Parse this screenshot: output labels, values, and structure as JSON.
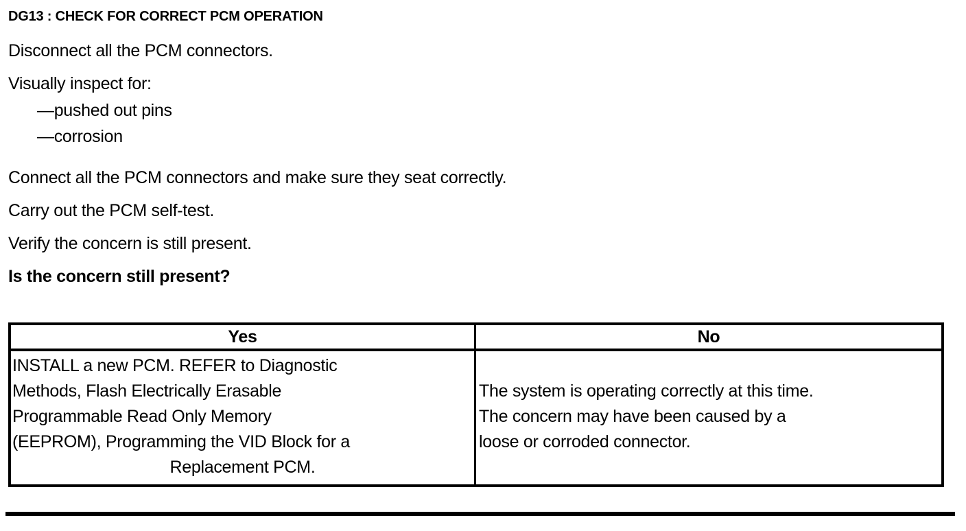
{
  "document": {
    "step_title": "DG13 : CHECK FOR CORRECT PCM OPERATION",
    "instructions": [
      {
        "text": "Disconnect all the PCM connectors.",
        "style": "normal"
      },
      {
        "text": "Visually inspect for:",
        "style": "normal"
      },
      {
        "text": "—pushed out pins",
        "style": "bullet"
      },
      {
        "text": "—corrosion",
        "style": "bullet"
      },
      {
        "text": "Connect all the PCM connectors and make sure they seat correctly.",
        "style": "normal"
      },
      {
        "text": "Carry out the PCM self-test.",
        "style": "normal"
      },
      {
        "text": "Verify the concern is still present.",
        "style": "normal"
      },
      {
        "text": "Is the concern still present?",
        "style": "bold"
      }
    ],
    "decision_table": {
      "headers": [
        "Yes",
        "No"
      ],
      "yes_cell_lines": [
        "INSTALL a new PCM. REFER to Diagnostic",
        "Methods, Flash Electrically Erasable",
        "Programmable Read Only Memory",
        "(EEPROM), Programming the VID Block for a",
        "Replacement PCM."
      ],
      "no_cell_lines": [
        "The system is operating correctly at this time.",
        "The concern may have been caused by a",
        "loose or corroded connector."
      ]
    },
    "colors": {
      "text": "#000000",
      "background": "#ffffff",
      "rule": "#000000"
    }
  }
}
